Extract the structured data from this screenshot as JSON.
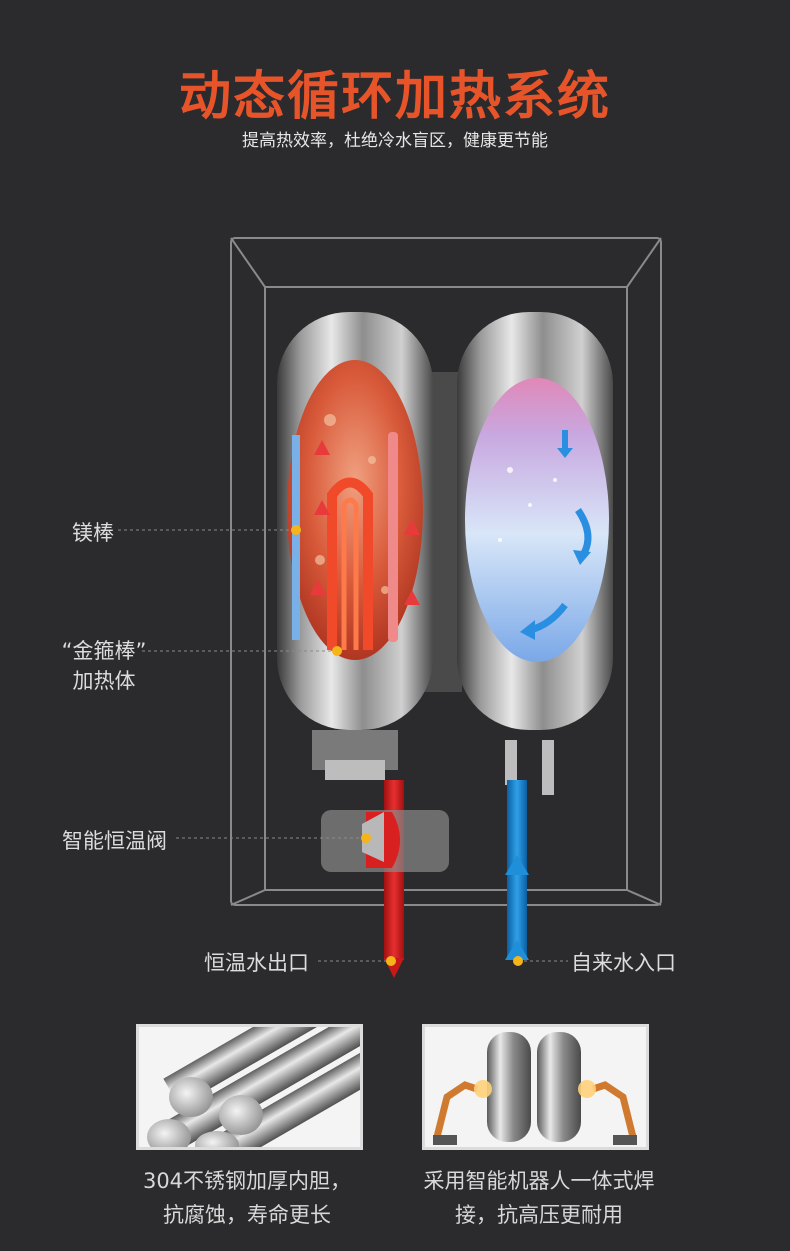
{
  "header": {
    "title": "动态循环加热系统",
    "subtitle": "提高热效率，杜绝冷水盲区，健康更节能"
  },
  "labels": {
    "magnesium_rod": "镁棒",
    "heater_line1": "“金箍棒”",
    "heater_line2": "加热体",
    "valve": "智能恒温阀",
    "hot_outlet": "恒温水出口",
    "cold_inlet": "自来水入口"
  },
  "features": [
    {
      "icon": "steel-rods-image",
      "line1": "304不锈钢加厚内胆，",
      "line2": "抗腐蚀，寿命更长"
    },
    {
      "icon": "robot-welding-image",
      "line1": "采用智能机器人一体式焊",
      "line2": "接，抗高压更耐用"
    }
  ],
  "colors": {
    "title": "#e8542a",
    "hot": "#d42020",
    "cold": "#1e8fd8",
    "marker": "#f5b51a",
    "background": "#2b2a2c"
  }
}
